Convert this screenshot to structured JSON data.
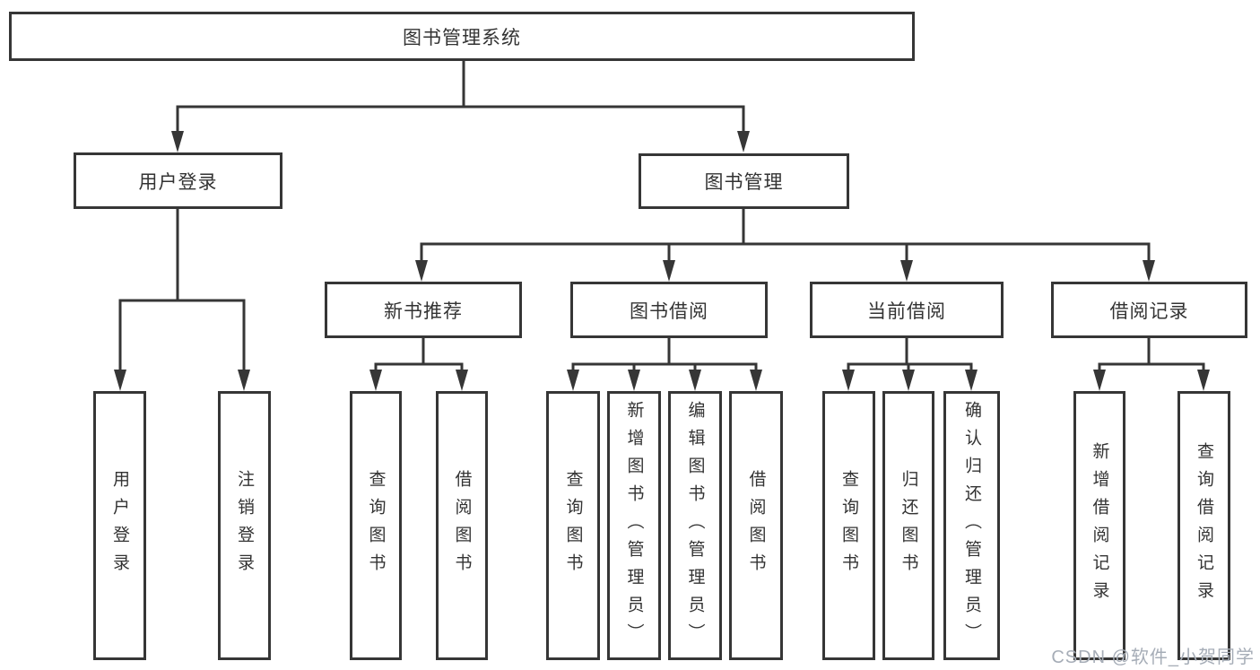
{
  "tree": {
    "root": {
      "label": "图书管理系统"
    },
    "branches": [
      {
        "label": "用户登录",
        "children": [
          {
            "label": "用户登录"
          },
          {
            "label": "注销登录"
          }
        ]
      },
      {
        "label": "图书管理",
        "sections": [
          {
            "label": "新书推荐",
            "children": [
              {
                "label": "查询图书"
              },
              {
                "label": "借阅图书"
              }
            ]
          },
          {
            "label": "图书借阅",
            "children": [
              {
                "label": "查询图书"
              },
              {
                "label": "新增图书（管理员）"
              },
              {
                "label": "编辑图书（管理员）"
              },
              {
                "label": "借阅图书"
              }
            ]
          },
          {
            "label": "当前借阅",
            "children": [
              {
                "label": "查询图书"
              },
              {
                "label": "归还图书"
              },
              {
                "label": "确认归还（管理员）"
              }
            ]
          },
          {
            "label": "借阅记录",
            "children": [
              {
                "label": "新增借阅记录"
              },
              {
                "label": "查询借阅记录"
              }
            ]
          }
        ]
      }
    ]
  },
  "watermark": {
    "text": "CSDN @软件_小贺同学"
  },
  "colors": {
    "line": "#363636",
    "text": "#333333",
    "box_fill": "#ffffff",
    "background": "#ffffff",
    "watermark": "#a6adb7"
  }
}
